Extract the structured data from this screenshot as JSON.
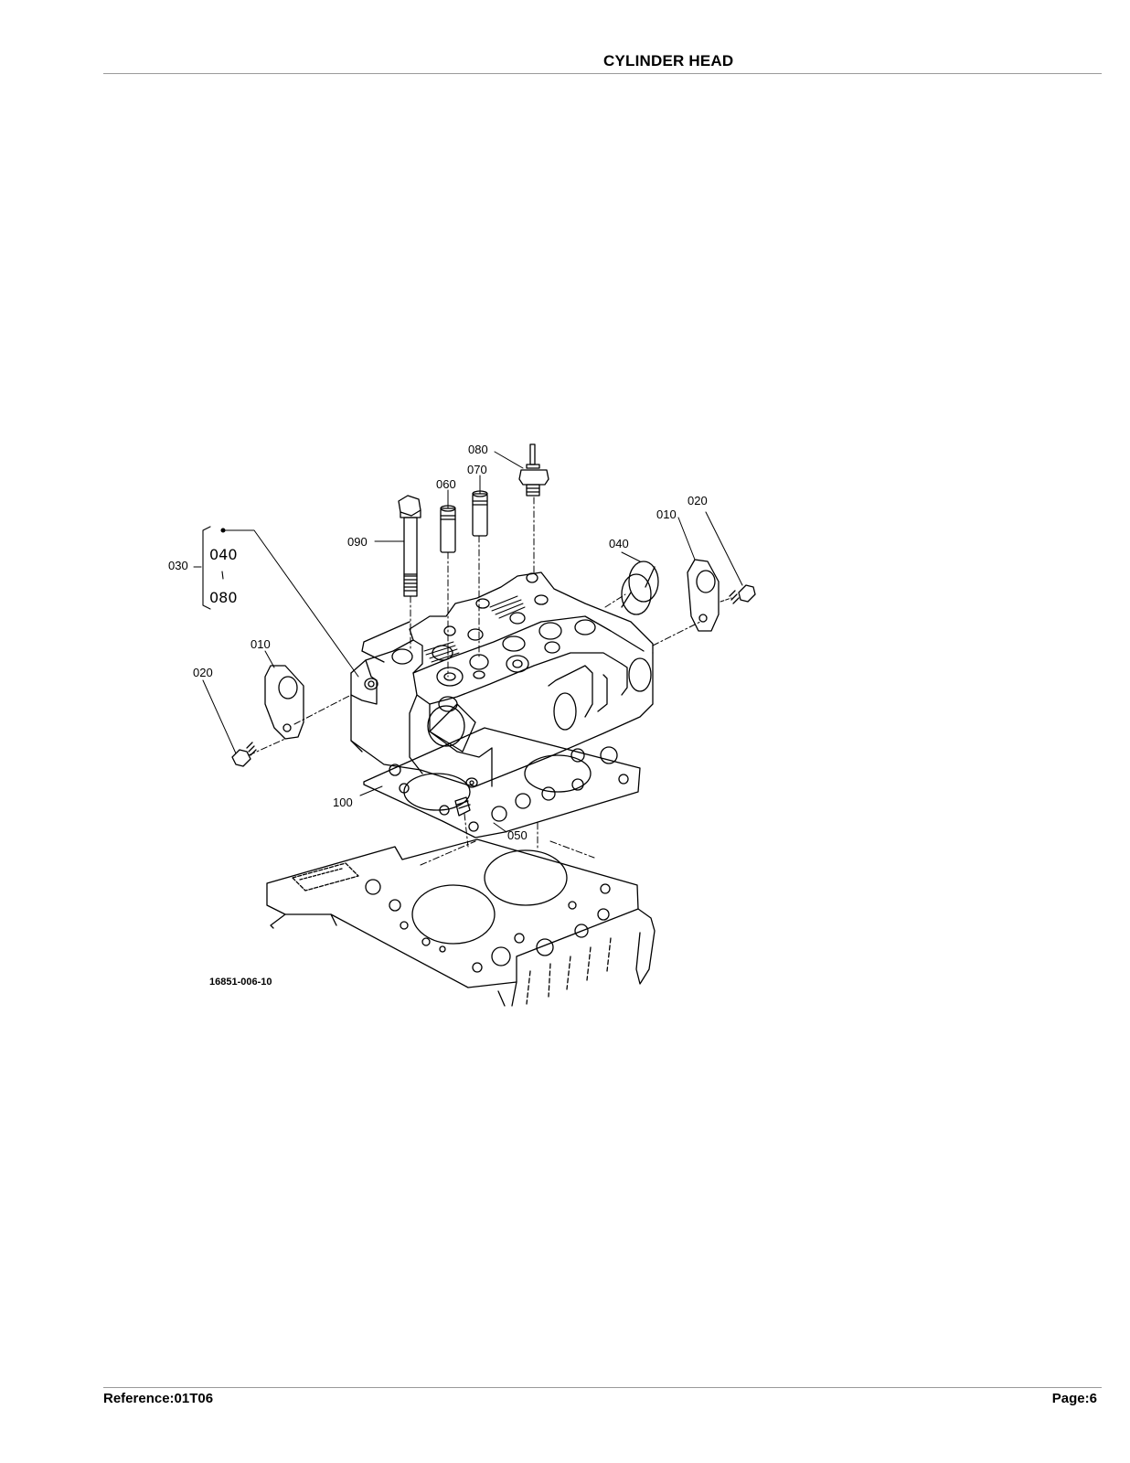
{
  "header": {
    "title": "CYLINDER HEAD"
  },
  "footer": {
    "reference": "Reference:01T06",
    "page": "Page:6"
  },
  "diagram": {
    "drawing_number": "16851-006-10",
    "callouts": {
      "c080": "080",
      "c070": "070",
      "c060": "060",
      "c090": "090",
      "c030": "030",
      "c040_group": "040",
      "c080_group": "080",
      "c040": "040",
      "c010_right": "010",
      "c020_right": "020",
      "c010_left": "010",
      "c020_left": "020",
      "c100": "100",
      "c050": "050"
    }
  }
}
